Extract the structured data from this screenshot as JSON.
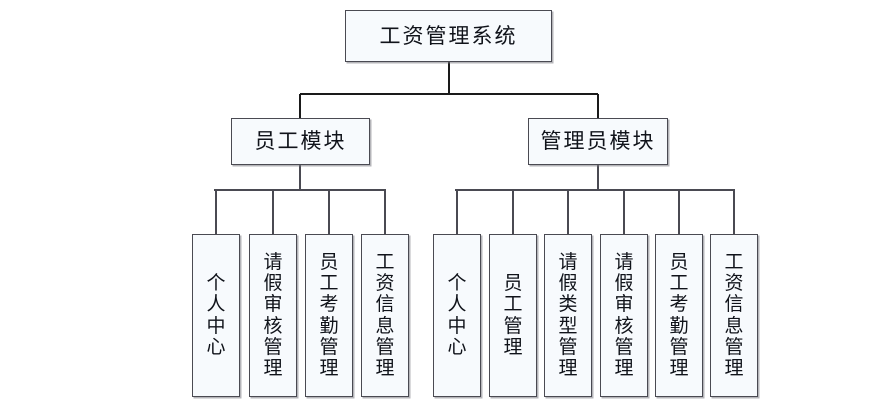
{
  "diagram": {
    "title_node": {
      "id": "root",
      "label": "工资管理系统"
    },
    "modules": [
      {
        "id": "employee",
        "label": "员工模块"
      },
      {
        "id": "admin",
        "label": "管理员模块"
      }
    ],
    "employee_children": [
      {
        "id": "emp-personal-center",
        "label": "个人中心"
      },
      {
        "id": "emp-leave-approval",
        "label": "请假审核管理"
      },
      {
        "id": "emp-attendance",
        "label": "员工考勤管理"
      },
      {
        "id": "emp-salary-info",
        "label": "工资信息管理"
      }
    ],
    "admin_children": [
      {
        "id": "adm-personal-center",
        "label": "个人中心"
      },
      {
        "id": "adm-employee-mgmt",
        "label": "员工管理"
      },
      {
        "id": "adm-leave-type",
        "label": "请假类型管理"
      },
      {
        "id": "adm-leave-approval",
        "label": "请假审核管理"
      },
      {
        "id": "adm-attendance",
        "label": "员工考勤管理"
      },
      {
        "id": "adm-salary-info",
        "label": "工资信息管理"
      }
    ],
    "colors": {
      "node_fill": "#f7fafd",
      "node_border": "#4a4a52",
      "edge": "#1a1a1a",
      "text": "#10131a",
      "background": "#ffffff"
    }
  }
}
